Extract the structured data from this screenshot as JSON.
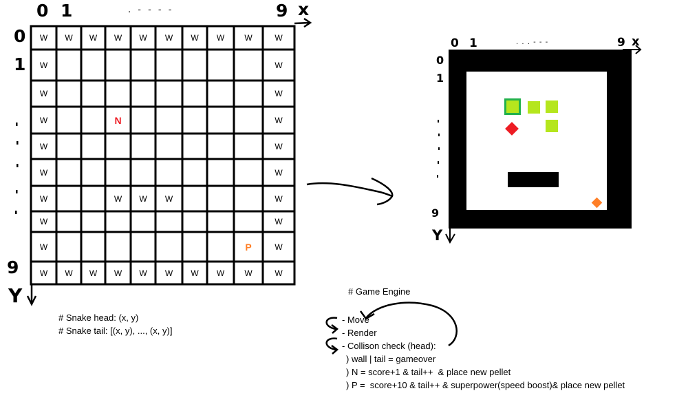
{
  "grid": {
    "x_axis": {
      "tick_start": "0",
      "tick_second": "1",
      "ellipsis": ". - - - -",
      "tick_end": "9",
      "label": "x"
    },
    "y_axis": {
      "tick_start": "0",
      "tick_second": "1",
      "tick_end": "9",
      "label": "Y"
    },
    "cells": [
      [
        "W",
        "W",
        "W",
        "W",
        "W",
        "W",
        "W",
        "W",
        "W",
        "W"
      ],
      [
        "W",
        "",
        "",
        "",
        "",
        "",
        "",
        "",
        "",
        "W"
      ],
      [
        "W",
        "",
        "",
        "",
        "",
        "",
        "",
        "",
        "",
        "W"
      ],
      [
        "W",
        "",
        "",
        "N",
        "",
        "",
        "",
        "",
        "",
        "W"
      ],
      [
        "W",
        "",
        "",
        "",
        "",
        "",
        "",
        "",
        "",
        "W"
      ],
      [
        "W",
        "",
        "",
        "",
        "",
        "",
        "",
        "",
        "",
        "W"
      ],
      [
        "W",
        "",
        "",
        "W",
        "W",
        "W",
        "",
        "",
        "",
        "W"
      ],
      [
        "W",
        "",
        "",
        "",
        "",
        "",
        "",
        "",
        "",
        "W"
      ],
      [
        "W",
        "",
        "",
        "",
        "",
        "",
        "",
        "",
        "P",
        "W"
      ],
      [
        "W",
        "W",
        "W",
        "W",
        "W",
        "W",
        "W",
        "W",
        "W",
        "W"
      ]
    ]
  },
  "notes": {
    "snake_head": "# Snake head: (x, y)",
    "snake_tail": "# Snake tail: [(x, y), ..., (x, y)]"
  },
  "render": {
    "x_axis": {
      "tick_start": "0",
      "tick_second": "1",
      "ellipsis": ". . . - - -",
      "tick_end": "9",
      "label": "x"
    },
    "y_axis": {
      "tick_start": "0",
      "tick_second": "1",
      "tick_end": "9",
      "label": "Y"
    }
  },
  "engine": {
    "title": "# Game Engine",
    "steps": [
      "- Move",
      "- Render",
      "- Collison check (head):"
    ],
    "rules": [
      ") wall | tail = gameover",
      ") N = score+1 & tail++  & place new pellet",
      ") P =  score+10 & tail++ & superpower(speed boost)& place new pellet"
    ]
  },
  "colors": {
    "wall": "#000000",
    "food_pellet": "#ed1c24",
    "power_pellet": "#ff7f27",
    "snake_body": "#b5e61d",
    "snake_head_border": "#22b14c"
  }
}
